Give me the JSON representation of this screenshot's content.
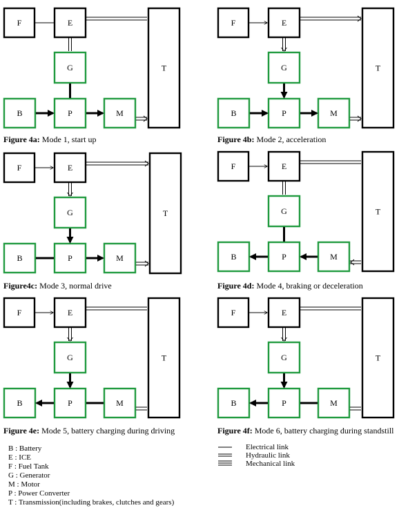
{
  "nodes": {
    "F": "F",
    "E": "E",
    "G": "G",
    "T": "T",
    "B": "B",
    "P": "P",
    "M": "M"
  },
  "colors": {
    "green": "#1f9a3e",
    "black": "#000000"
  },
  "figures": [
    {
      "tag": "Figure 4a:",
      "text": " Mode 1, start up"
    },
    {
      "tag": "Figure 4b:",
      "text": " Mode 2, acceleration"
    },
    {
      "tag": "Figure4c:",
      "text": " Mode 3, normal drive"
    },
    {
      "tag": "Figure 4d:",
      "text": " Mode 4, braking or deceleration"
    },
    {
      "tag": "Figure 4e:",
      "text": " Mode 5, battery  charging during driving"
    },
    {
      "tag": "Figure 4f:",
      "text": " Mode 6, battery charging during standstill"
    }
  ],
  "legend": {
    "abbreviations": [
      "B : Battery",
      "E :  ICE",
      "F :  Fuel Tank",
      "G : Generator",
      "M : Motor",
      "P  :  Power Converter",
      "T : Transmission(including   brakes, clutches and gears)"
    ],
    "links": [
      "Electrical link",
      "Hydraulic link",
      "Mechanical link"
    ]
  }
}
